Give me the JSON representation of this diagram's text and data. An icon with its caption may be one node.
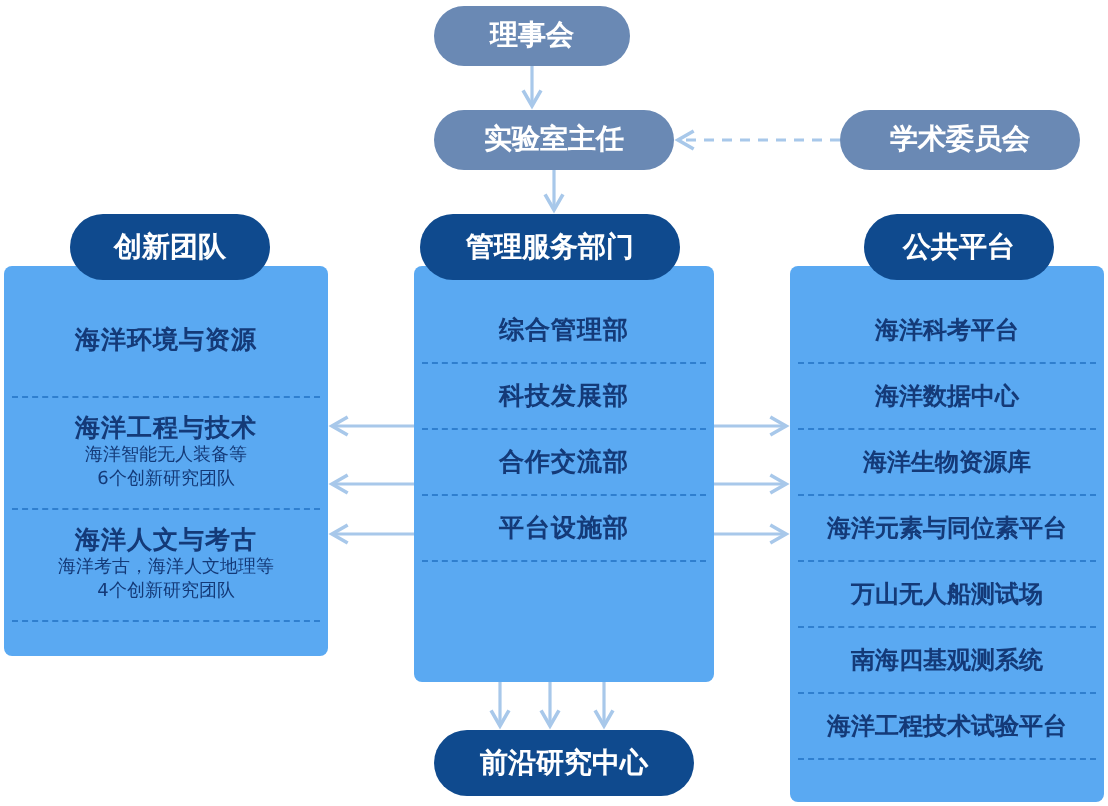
{
  "diagram": {
    "nodes": [
      {
        "text": [
          "理事会"
        ]
      },
      {
        "text": [
          "实验室主任"
        ]
      },
      {
        "text": [
          "学术委员会"
        ]
      },
      {
        "text": [
          "创新团队"
        ]
      },
      {
        "text": [],
        "shape": "box"
      },
      {
        "text": [
          "海洋环境与资源"
        ],
        "in": 4
      },
      {
        "text": [
          "海洋工程与技术",
          "海洋智能无人装备等 6个创新研究团队"
        ],
        "in": 4
      },
      {
        "text": [
          "海洋人文与考古",
          "海洋考古，海洋人文地理等 4个创新研究团队"
        ],
        "in": 4
      },
      {
        "text": [
          "管理服务部门"
        ]
      },
      {
        "text": [],
        "shape": "box"
      },
      {
        "text": [
          "综合管理部"
        ],
        "in": 9
      },
      {
        "text": [
          "科技发展部"
        ],
        "in": 9
      },
      {
        "text": [
          "合作交流部"
        ],
        "in": 9
      },
      {
        "text": [
          "平台设施部"
        ],
        "in": 9
      },
      {
        "text": [
          "公共平台"
        ]
      },
      {
        "text": [],
        "shape": "box"
      },
      {
        "text": [
          "海洋科考平台"
        ],
        "in": 15
      },
      {
        "text": [
          "海洋数据中心"
        ],
        "in": 15
      },
      {
        "text": [
          "海洋生物资源库"
        ],
        "in": 15
      },
      {
        "text": [
          "海洋元素与同位素平台"
        ],
        "in": 15
      },
      {
        "text": [
          "万山无人船测试场"
        ],
        "in": 15
      },
      {
        "text": [
          "南海四基观测系统"
        ],
        "in": 15
      },
      {
        "text": [
          "海洋工程技术试验平台"
        ],
        "in": 15
      },
      {
        "text": [
          "前沿研究中心"
        ]
      }
    ],
    "edges": [
      {
        "from": 0,
        "to": 1,
        "arrow": "to"
      },
      {
        "from": 2,
        "to": 1,
        "arrow": "to",
        "style": "dashed"
      },
      {
        "from": 1,
        "to": 8,
        "arrow": "to"
      },
      {
        "from": 9,
        "to": 4,
        "arrow": "to"
      },
      {
        "from": 9,
        "to": 4,
        "arrow": "to"
      },
      {
        "from": 9,
        "to": 4,
        "arrow": "to"
      },
      {
        "from": 9,
        "to": 15,
        "arrow": "to"
      },
      {
        "from": 9,
        "to": 15,
        "arrow": "to"
      },
      {
        "from": 9,
        "to": 15,
        "arrow": "to"
      },
      {
        "from": 9,
        "to": 23,
        "arrow": "to"
      },
      {
        "from": 9,
        "to": 23,
        "arrow": "to"
      },
      {
        "from": 9,
        "to": 23,
        "arrow": "to"
      }
    ]
  }
}
